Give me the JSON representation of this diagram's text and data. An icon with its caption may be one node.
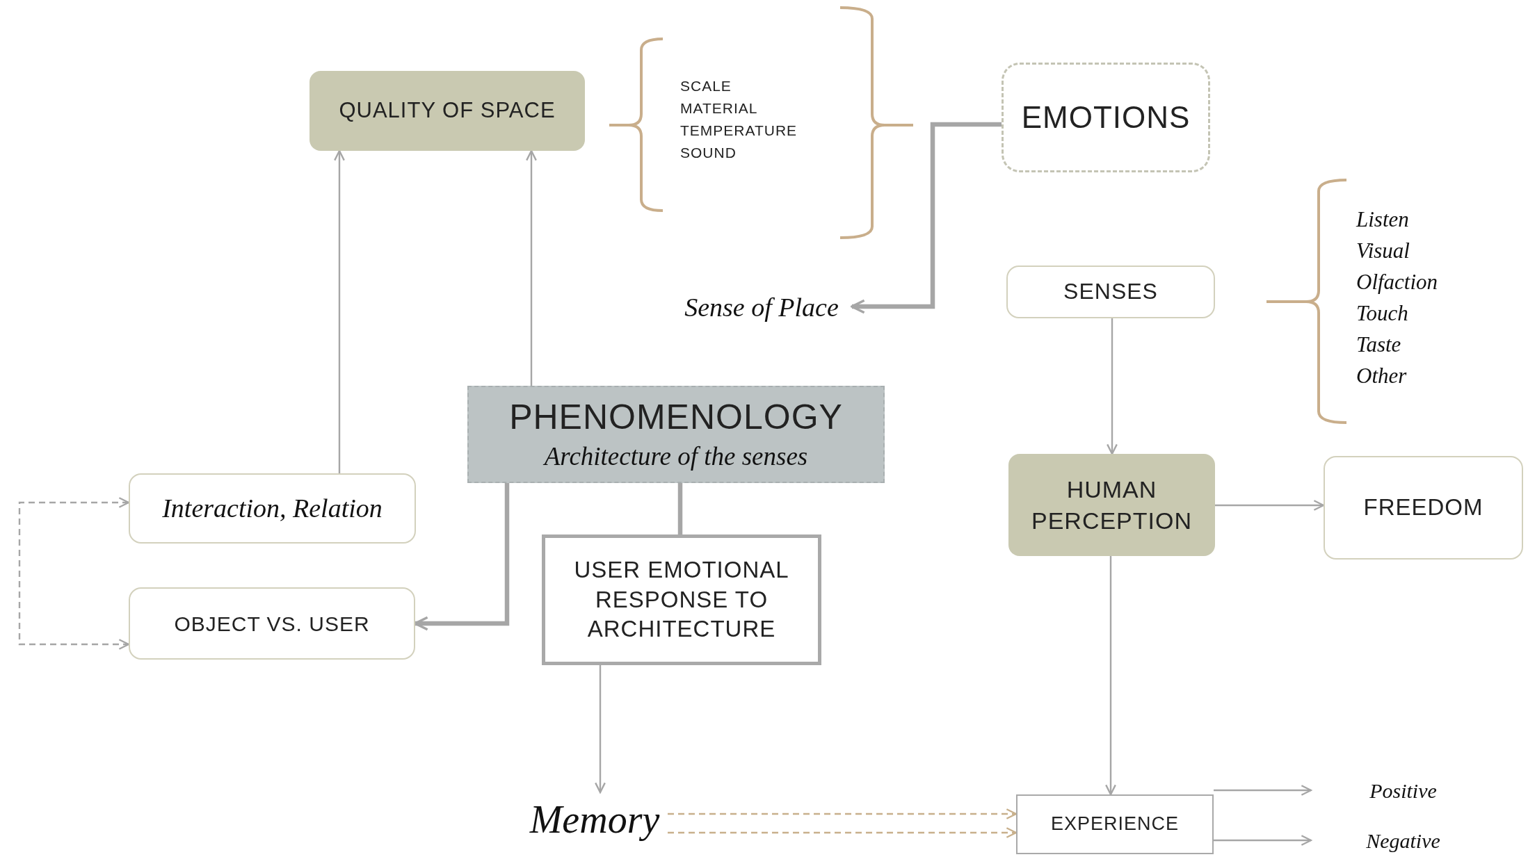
{
  "diagram": {
    "nodes": [
      {
        "text": [
          "QUALITY OF SPACE"
        ]
      },
      {
        "text": [
          "EMOTIONS"
        ]
      },
      {
        "text": [
          "Sense of Place"
        ]
      },
      {
        "text": [
          "SENSES"
        ]
      },
      {
        "text": [
          "PHENOMENOLOGY",
          "Architecture of the senses"
        ]
      },
      {
        "text": [
          "Interaction, Relation"
        ]
      },
      {
        "text": [
          "OBJECT VS. USER"
        ]
      },
      {
        "text": [
          "USER EMOTIONAL RESPONSE TO ARCHITECTURE"
        ]
      },
      {
        "text": [
          "HUMAN PERCEPTION"
        ]
      },
      {
        "text": [
          "FREEDOM"
        ]
      },
      {
        "text": [
          "Memory"
        ]
      },
      {
        "text": [
          "EXPERIENCE"
        ]
      },
      {
        "text": [
          "Positive"
        ]
      },
      {
        "text": [
          "Negative"
        ]
      }
    ],
    "edges": [
      {
        "from": 5,
        "to": 0,
        "arrow": "to"
      },
      {
        "from": 4,
        "to": 0,
        "arrow": "to"
      },
      {
        "from": 1,
        "to": 2,
        "arrow": "to",
        "style": "thick"
      },
      {
        "from": 4,
        "to": 6,
        "arrow": "to",
        "style": "thick"
      },
      {
        "from": 4,
        "to": 7,
        "arrow": "none",
        "style": "thick"
      },
      {
        "from": 5,
        "to": 6,
        "arrow": "both",
        "style": "dashed"
      },
      {
        "from": 7,
        "to": 10,
        "arrow": "to"
      },
      {
        "from": 10,
        "to": 11,
        "arrow": "to",
        "style": "dashed",
        "color": "#c8b08c"
      },
      {
        "from": 10,
        "to": 11,
        "arrow": "to",
        "style": "dashed",
        "color": "#c8b08c"
      },
      {
        "from": 3,
        "to": 8,
        "arrow": "to"
      },
      {
        "from": 8,
        "to": 9,
        "arrow": "to"
      },
      {
        "from": 8,
        "to": 11,
        "arrow": "to"
      },
      {
        "from": 11,
        "to": 12,
        "arrow": "to"
      },
      {
        "from": 11,
        "to": 13,
        "arrow": "to"
      }
    ],
    "labels": [
      "SCALE",
      "MATERIAL",
      "TEMPERATURE",
      "SOUND",
      "Listen",
      "Visual",
      "Olfaction",
      "Touch",
      "Taste",
      "Other"
    ]
  }
}
